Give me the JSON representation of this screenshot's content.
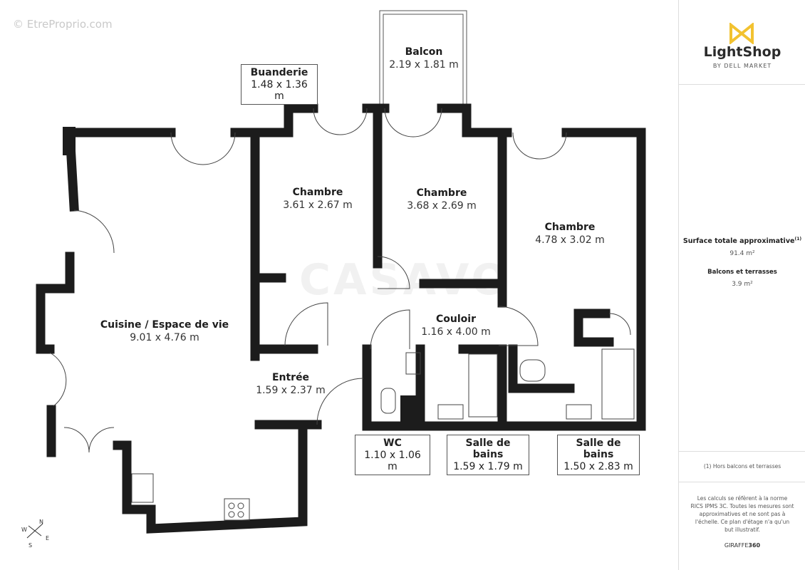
{
  "watermark": "© EtreProprio.com",
  "watermark_center": "CASAVO",
  "rooms": [
    {
      "name": "Balcon",
      "dims": "2.19 x 1.81 m"
    },
    {
      "name": "Buanderie",
      "dims": "1.48 x 1.36 m"
    },
    {
      "name": "Chambre",
      "dims": "3.61 x 2.67 m"
    },
    {
      "name": "Chambre",
      "dims": "3.68 x 2.69 m"
    },
    {
      "name": "Chambre",
      "dims": "4.78 x 3.02 m"
    },
    {
      "name": "Cuisine / Espace de vie",
      "dims": "9.01 x 4.76 m"
    },
    {
      "name": "Couloir",
      "dims": "1.16 x 4.00 m"
    },
    {
      "name": "Entrée",
      "dims": "1.59 x 2.37 m"
    },
    {
      "name": "WC",
      "dims": "1.10 x 1.06 m"
    },
    {
      "name": "Salle de bains",
      "dims": "1.59 x 1.79 m"
    },
    {
      "name": "Salle de bains",
      "dims": "1.50 x 2.83 m"
    }
  ],
  "compass": {
    "n": "N",
    "s": "S",
    "e": "E",
    "w": "W"
  },
  "sidebar": {
    "logo": {
      "name": "LightShop",
      "tagline": "BY DELL MARKET",
      "color": "#f2c230"
    },
    "surface_label": "Surface totale approximative",
    "surface_sup": "(1)",
    "surface_value": "91.4 m²",
    "balcony_label": "Balcons et terrasses",
    "balcony_value": "3.9 m²",
    "footnote": "(1) Hors balcons et terrasses",
    "disclaimer": "Les calculs se réfèrent à la norme RICS IPMS 3C. Toutes les mesures sont approximatives et ne sont pas à l'échelle. Ce plan d'étage n'a qu'un but illustratif.",
    "brand_a": "GIRAFFE",
    "brand_b": "360"
  }
}
